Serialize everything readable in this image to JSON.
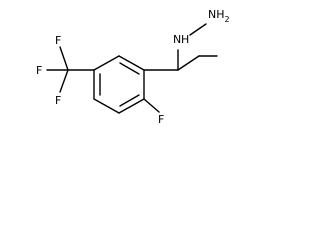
{
  "molecule": {
    "atoms": {
      "nh": "N",
      "h_nh": "H",
      "nh2": "NH",
      "nh2_sub": "2",
      "f_ring": "F",
      "f_cf3_left": "F",
      "f_cf3_top": "F",
      "f_cf3_bottom": "F"
    }
  }
}
